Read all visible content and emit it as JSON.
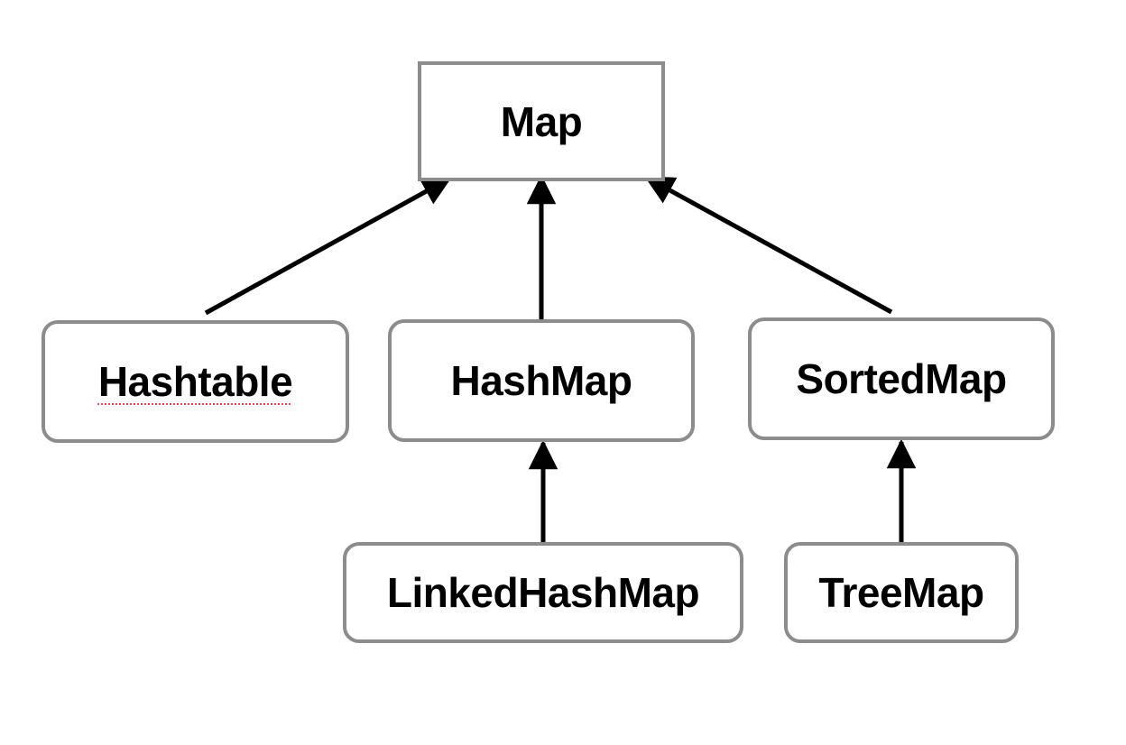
{
  "diagram": {
    "nodes": [
      {
        "id": "map",
        "label": "Map"
      },
      {
        "id": "hashtable",
        "label": "Hashtable"
      },
      {
        "id": "hashmap",
        "label": "HashMap"
      },
      {
        "id": "sortedmap",
        "label": "SortedMap"
      },
      {
        "id": "linkedhashmap",
        "label": "LinkedHashMap"
      },
      {
        "id": "treemap",
        "label": "TreeMap"
      }
    ],
    "edges": [
      {
        "from": "hashtable",
        "to": "map"
      },
      {
        "from": "hashmap",
        "to": "map"
      },
      {
        "from": "sortedmap",
        "to": "map"
      },
      {
        "from": "linkedhashmap",
        "to": "hashmap"
      },
      {
        "from": "treemap",
        "to": "sortedmap"
      }
    ],
    "colors": {
      "border": "#8c8c8c",
      "arrow": "#000000",
      "text": "#000000",
      "spellcheck_underline": "#e05050"
    }
  }
}
